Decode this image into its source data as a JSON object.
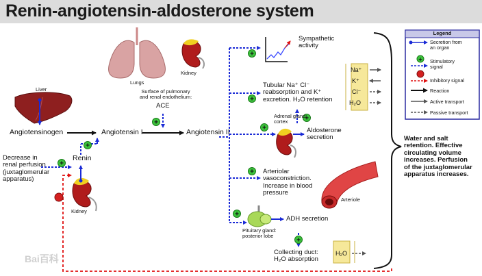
{
  "title": "Renin-angiotensin-aldosterone system",
  "organs": {
    "liver": "Liver",
    "lungs": "Lungs",
    "kidney_top": "Kidney",
    "kidney_bottom": "Kidney",
    "adrenal": "Adrenal gland:\ncortex",
    "arteriole": "Arteriole",
    "pituitary": "Pituitary gland:\nposterior lobe"
  },
  "nodes": {
    "angiotensinogen": "Angiotensinogen",
    "angiotensin_1": "Angiotensin I",
    "angiotensin_2": "Angiotensin II",
    "renin": "Renin",
    "decrease": "Decrease in\nrenal perfusion\n(juxtaglomerular\napparatus)",
    "ace_site": "Surface of pulmonary\nand renal endothelium:",
    "ace": "ACE",
    "sympathetic": "Sympathetic\nactivity",
    "tubular": "Tubular Na⁺ Cl⁻\nreabsorption and K⁺\nexcretion. H₂O retention",
    "aldosterone": "Aldosterone\nsecretion",
    "arteriolar": "Arteriolar\nvasoconstriction.\nIncrease in blood\npressure",
    "adh": "ADH secretion",
    "collecting": "Collecting duct:\nH₂O absorption",
    "outcome": "Water and salt\nretention. Effective\ncirculating volume\nincreases. Perfusion\nof the juxtaglomerular\napparatus increases."
  },
  "ions": {
    "na": "Na⁺",
    "k": "K⁺",
    "cl": "Cl⁻",
    "h2o": "H₂O",
    "h2o_duct": "H₂O"
  },
  "legend": {
    "title": "Legend",
    "items": [
      {
        "label": "Secretion from\nan organ",
        "icon": "secretion-icon"
      },
      {
        "label": "Stimulatory\nsignal",
        "icon": "stimulatory-icon"
      },
      {
        "label": "Inhibitory signal",
        "icon": "inhibitory-icon"
      },
      {
        "label": "Reaction",
        "icon": "reaction-arrow-icon"
      },
      {
        "label": "Active transport",
        "icon": "active-transport-icon"
      },
      {
        "label": "Passive transport",
        "icon": "passive-transport-icon"
      }
    ]
  },
  "watermark": "Bai百科",
  "colors": {
    "stimulatory_arrow": "#1a2ad6",
    "inhibitory_arrow": "#e01010",
    "reaction_arrow": "#111111",
    "plus_fill": "#3cc23c",
    "inhibit_dot": "#d42020",
    "organ_liver": "#8e1f1f",
    "organ_lungs": "#d9a3a3",
    "organ_kidney": "#b01c1c",
    "artery": "#e04545",
    "pituitary": "#a8d858",
    "ion_panel": "#f6e89a"
  }
}
